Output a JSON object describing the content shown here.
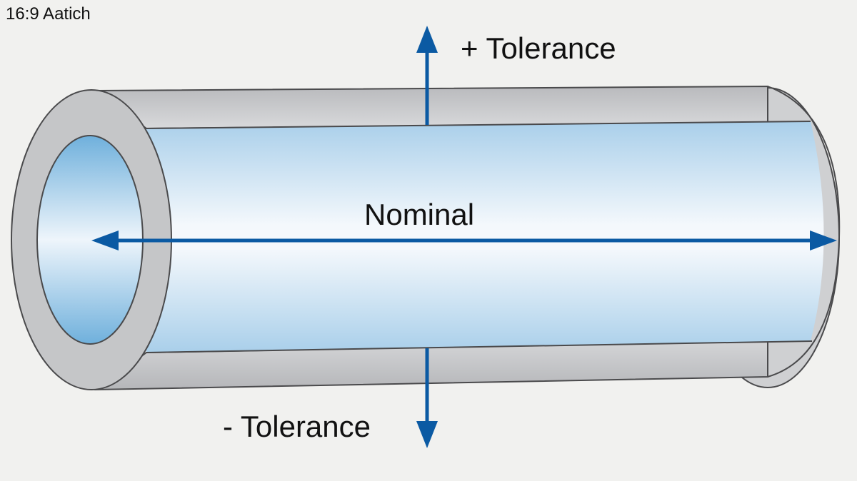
{
  "caption": "16:9 Aatich",
  "labels": {
    "plus_tolerance": "+ Tolerance",
    "nominal": "Nominal",
    "minus_tolerance": "- Tolerance"
  },
  "colors": {
    "background": "#f1f1ef",
    "pipe_wall": "#c9cacc",
    "pipe_wall_edge": "#4a4a4c",
    "pipe_bore_light": "#f4f8fc",
    "pipe_bore_blue": "#a9cfea",
    "arrow": "#0b5aa3",
    "text": "#111111"
  },
  "icons": {
    "up_arrow": "arrow-up-icon",
    "down_arrow": "arrow-down-icon",
    "double_arrow": "double-headed-arrow-icon"
  }
}
